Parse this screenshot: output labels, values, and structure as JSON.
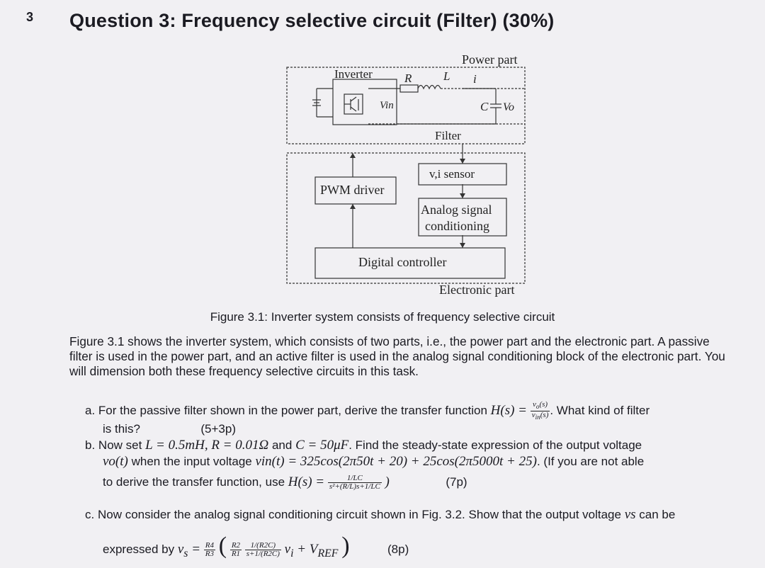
{
  "page_number": "3",
  "title": "Question 3: Frequency selective circuit (Filter) (30%)",
  "figure": {
    "label_power_part": "Power part",
    "label_inverter": "Inverter",
    "label_R": "R",
    "label_L": "L",
    "label_i": "i",
    "label_vin": "Vin",
    "label_C": "C",
    "label_vo": "Vo",
    "label_filter": "Filter",
    "label_sensor": "v,i sensor",
    "label_pwm": "PWM driver",
    "label_analog_1": "Analog signal",
    "label_analog_2": "conditioning",
    "label_digital": "Digital controller",
    "label_electronic_part": "Electronic part"
  },
  "caption": "Figure 3.1: Inverter system consists of frequency selective circuit",
  "paragraph": "Figure 3.1 shows the inverter system, which consists of two parts, i.e., the power part and the electronic part. A passive filter is used in the power part, and an active filter is used in the analog signal conditioning block of the electronic part. You will dimension both these frequency selective circuits in this task.",
  "items": {
    "a": {
      "marker": "a.",
      "text1": "For the passive filter shown in the power part, derive the transfer function",
      "text2": ". What kind of filter",
      "text3": "is this?",
      "points": "(5+3p)"
    },
    "b": {
      "marker": "b.",
      "text1": "Now set",
      "values": "L = 0.5mH, R = 0.01Ω",
      "and": "and",
      "cval": "C = 50μF",
      "text2": ". Find the steady-state expression of the output voltage",
      "expr": "vo(t)",
      "text3": "when the input voltage",
      "input": "vin(t) = 325cos(2π50t + 20) + 25cos(2π5000t + 25)",
      "text4": ". (If you are not able",
      "text5": "to derive the transfer function, use",
      "points": "(7p)"
    },
    "c": {
      "marker": "c.",
      "text1": "Now consider the analog signal conditioning circuit shown in Fig. 3.2. Show that the output voltage",
      "vs": "vs",
      "text2": "can be",
      "text3": "expressed by",
      "points": "(8p)"
    }
  }
}
